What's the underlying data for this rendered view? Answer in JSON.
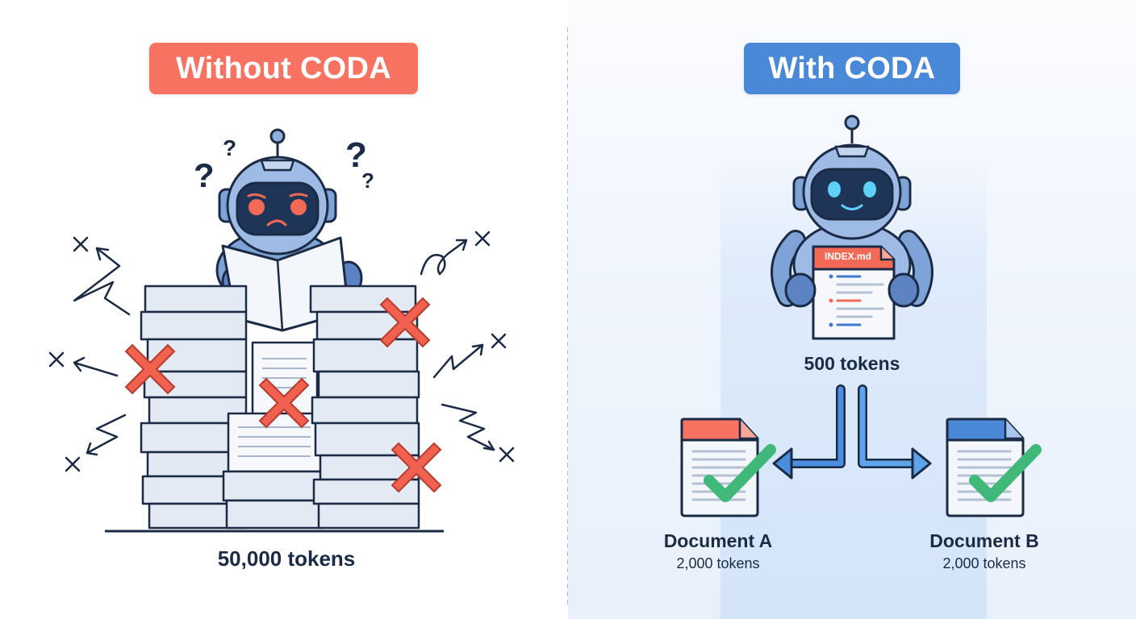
{
  "left_panel": {
    "title": "Without CODA",
    "title_color": "#f87261",
    "robot_mood": "confused",
    "robot_eye_color": "#f26a55",
    "token_count": "50,000 tokens",
    "reject_marks": 4,
    "icons": [
      "question-mark-icon",
      "x-mark-icon",
      "chaos-arrow-icon",
      "document-stack-icon"
    ]
  },
  "right_panel": {
    "title": "With CODA",
    "title_color": "#4a88d8",
    "robot_mood": "happy",
    "robot_eye_color": "#5fd0f7",
    "index_file": {
      "name": "INDEX.md",
      "token_count": "500 tokens"
    },
    "documents": [
      {
        "name": "Document A",
        "token_count": "2,000 tokens",
        "header_color": "#f87261",
        "status": "check"
      },
      {
        "name": "Document B",
        "token_count": "2,000 tokens",
        "header_color": "#4a88d8",
        "status": "check"
      }
    ]
  },
  "colors": {
    "outline": "#1b2b45",
    "robot_body": "#7ea3d6",
    "reject_red": "#f0614f",
    "check_green": "#3fb87a",
    "arrow_blue": "#4a8ede"
  }
}
